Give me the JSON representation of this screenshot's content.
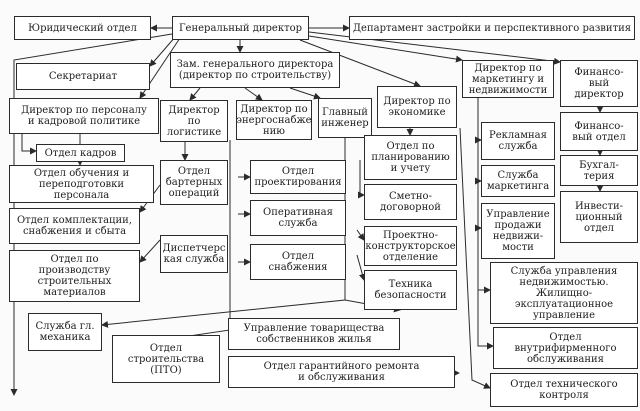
{
  "nodes": {
    "legal": "Юридический отдел",
    "ceo": "Генеральный директор",
    "dept_dev": "Департамент застройки и перспективного развития",
    "secretariat": "Секретариат",
    "deputy": "Зам. генерального директора\n(директор по строительству)",
    "dir_marketing": "Директор по\nмаркетингу и\nнедвижимости",
    "dir_finance": "Финансо-\nвый\nдиректор",
    "dir_hr": "Директор по персоналу\nи кадровой политике",
    "dir_logistics": "Директор\nпо\nлогистике",
    "dir_energy": "Директор по\nэнергоснабже\nнию",
    "chief_engineer": "Главный\nинженер",
    "dir_economics": "Директор по\nэкономике",
    "finance_dept": "Финансо-\nвый отдел",
    "hr_dept": "Отдел кадров",
    "ad_service": "Рекламная\nслужба",
    "planning": "Отдел по\nпланированию\nи учету",
    "accounting": "Бухгал-\nтерия",
    "training": "Отдел обучения и\nпереподготовки\nперсонала",
    "barter": "Отдел\nбартерных\nопераций",
    "design_dept": "Отдел\nпроектирования",
    "marketing_service": "Служба\nмаркетинга",
    "estimate": "Сметно-\nдоговорной",
    "investment": "Инвести-\nционный\nотдел",
    "supply_sales": "Отдел комплектации,\nснабжения и сбыта",
    "operative": "Оперативная\nслужба",
    "sales_mgmt": "Управление\nпродажи\nнедвижи-\nмости",
    "dispatch": "Диспетчерс\nкая служба",
    "supply_dept": "Отдел\nснабжения",
    "design_construct": "Проектно-\nконструкторское\nотделение",
    "materials": "Отдел по\nпроизводству\nстроительных\nматериалов",
    "property_mgmt": "Служба управления\nнедвижимостью.\nЖилищно-\nэксплуатационное\nуправление",
    "safety": "Техника\nбезопасности",
    "mechanic": "Служба гл.\nмеханика",
    "hoa_mgmt": "Управление товарищества\nсобственников жилья",
    "construction_pto": "Отдел\nстроительства\n(ПТО)",
    "intra_service": "Отдел\nвнутрифирменного\nобслуживания",
    "warranty": "Отдел гарантийного ремонта\nи обслуживания",
    "tech_control": "Отдел технического\nконтроля"
  }
}
